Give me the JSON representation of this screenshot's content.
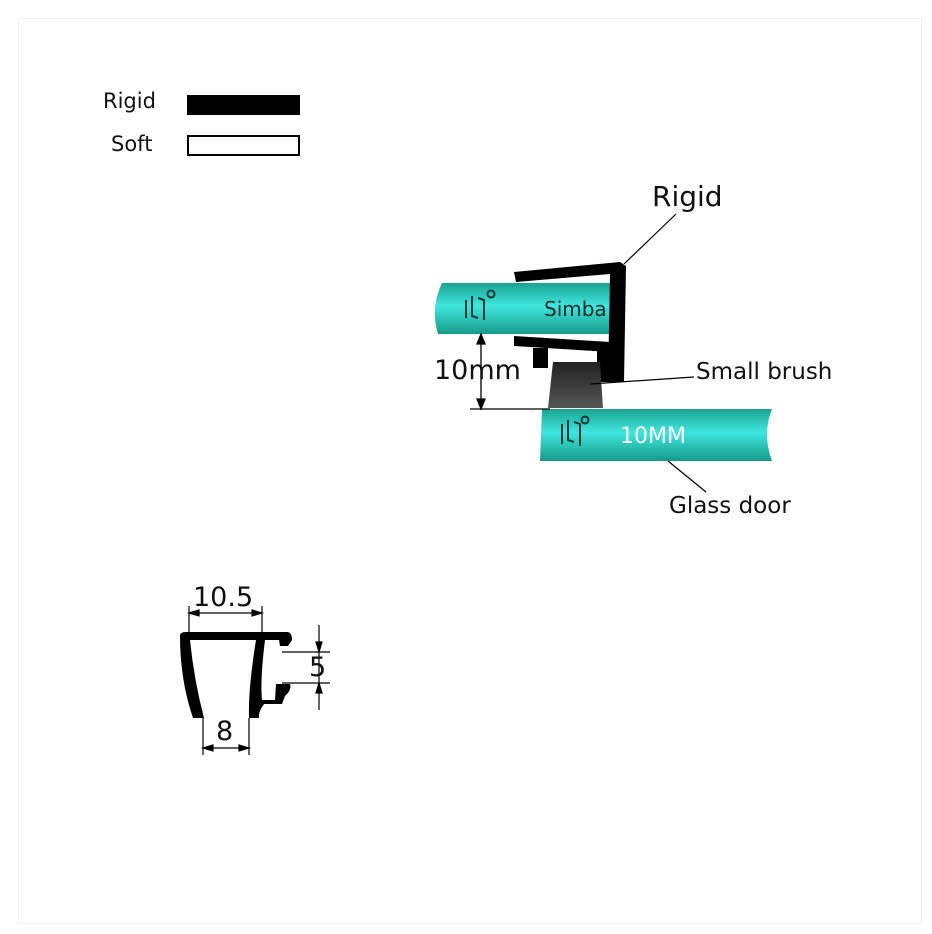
{
  "legend": {
    "items": [
      {
        "label": "Rigid",
        "swatch": "filled",
        "color": "#000000"
      },
      {
        "label": "Soft",
        "swatch": "outline",
        "color": "#ffffff"
      }
    ]
  },
  "assembly": {
    "callouts": {
      "rigid": "Rigid",
      "small_brush": "Small brush",
      "glass_door": "Glass door"
    },
    "gap_dimension": "10mm",
    "upper_glass_text": "Simba",
    "lower_glass_text": "10MM",
    "glass_color": "#2ec4b6",
    "brand_mark": "simba-logo-icon"
  },
  "profile": {
    "dimensions": {
      "top_width": "10.5",
      "bottom_width": "8",
      "slot_height": "5"
    }
  }
}
